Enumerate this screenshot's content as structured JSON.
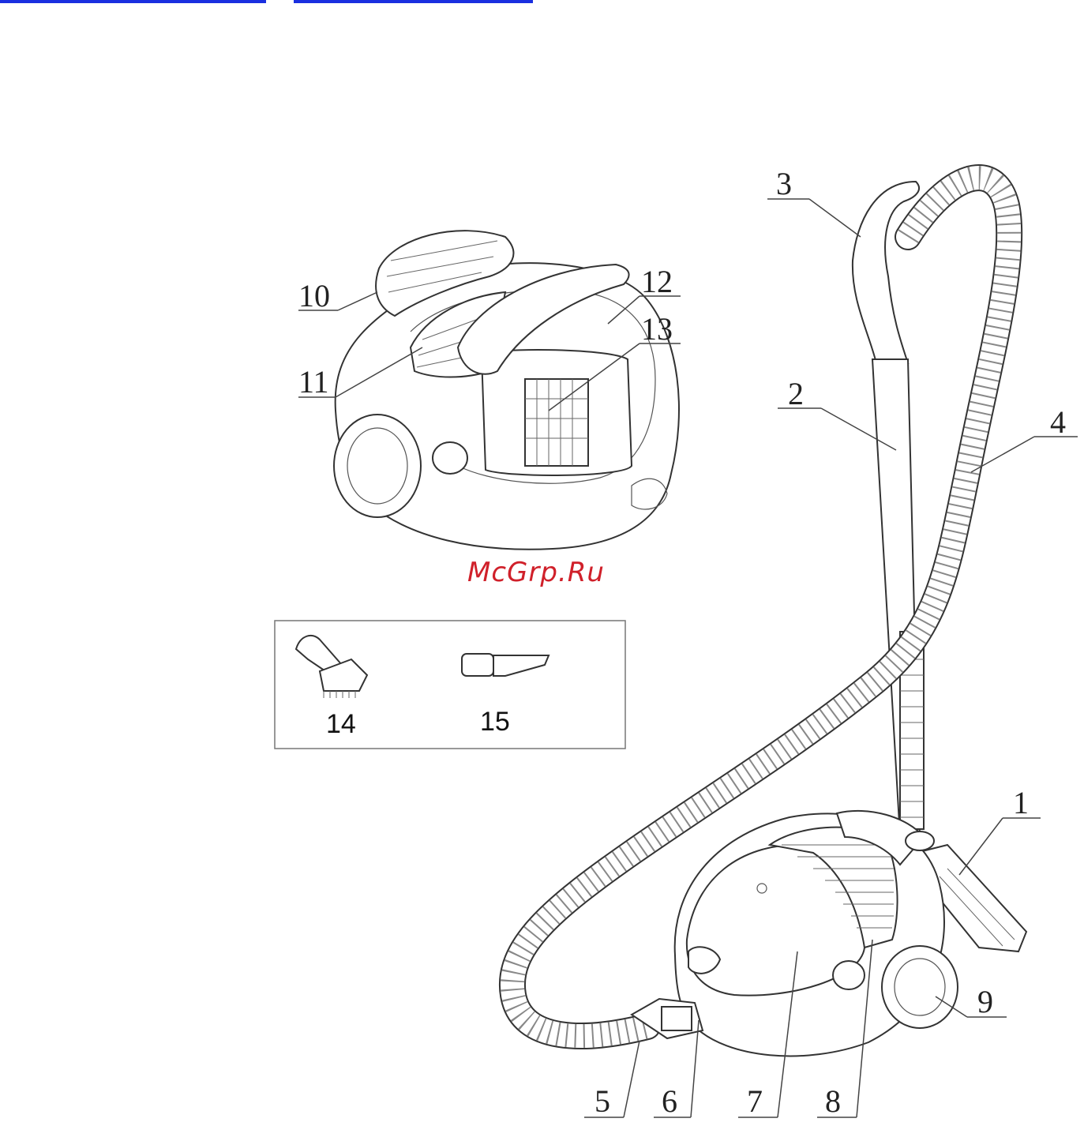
{
  "top_links": [
    {
      "label": ""
    },
    {
      "label": ""
    }
  ],
  "watermark": "McGrp.Ru",
  "callouts": [
    "1",
    "2",
    "3",
    "4",
    "5",
    "6",
    "7",
    "8",
    "9",
    "10",
    "11",
    "12",
    "13"
  ],
  "accessories": [
    {
      "number": "14",
      "icon": "brush-nozzle-icon"
    },
    {
      "number": "15",
      "icon": "crevice-tool-icon"
    }
  ],
  "colors": {
    "link": "#1a2fe0",
    "watermark": "#d0202a",
    "line": "#333333"
  }
}
